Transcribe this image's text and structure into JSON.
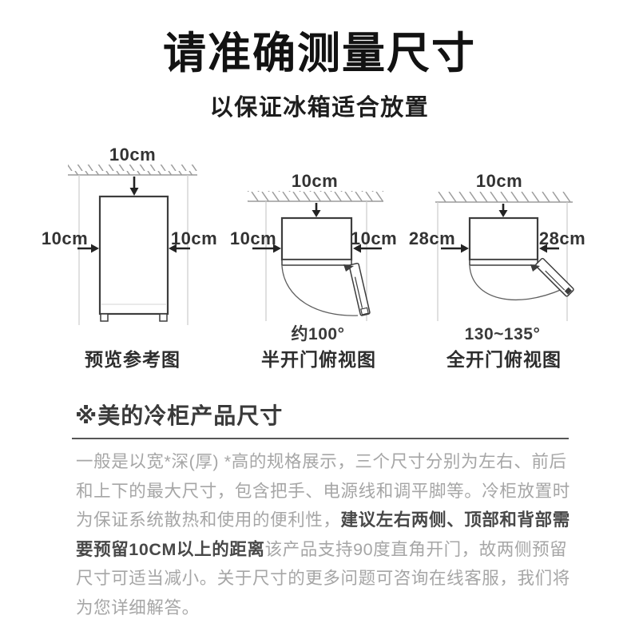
{
  "header": {
    "title": "请准确测量尺寸",
    "subtitle": "以保证冰箱适合放置"
  },
  "diagrams": [
    {
      "top_clearance": "10cm",
      "left_clearance": "10cm",
      "right_clearance": "10cm",
      "angle": "",
      "caption": "预览参考图"
    },
    {
      "top_clearance": "10cm",
      "left_clearance": "10cm",
      "right_clearance": "10cm",
      "angle": "约100°",
      "caption": "半开门俯视图"
    },
    {
      "top_clearance": "10cm",
      "left_clearance": "28cm",
      "right_clearance": "28cm",
      "angle": "130~135°",
      "caption": "全开门俯视图"
    }
  ],
  "section": {
    "heading": "※美的冷柜产品尺寸",
    "paragraph_part1": "一般是以宽*深(厚) *高的规格展示，三个尺寸分别为左右、前后和上下的最大尺寸，包含把手、电源线和调平脚等。冷柜放置时为保证系统散热和使用的便利性，",
    "paragraph_bold": "建议左右两侧、顶部和背部需要预留10CM以上的距离",
    "paragraph_part2": "该产品支持90度直角开门，故两侧预留尺寸可适当减小。关于尺寸的更多问题可咨询在线客服，我们将为您详细解答。"
  },
  "colors": {
    "title_text": "#121212",
    "diagram_line": "#3d3d3d",
    "hatch_gray": "#9c9c9c",
    "body_text": "#a6a6a6",
    "highlight_text": "#484848"
  }
}
